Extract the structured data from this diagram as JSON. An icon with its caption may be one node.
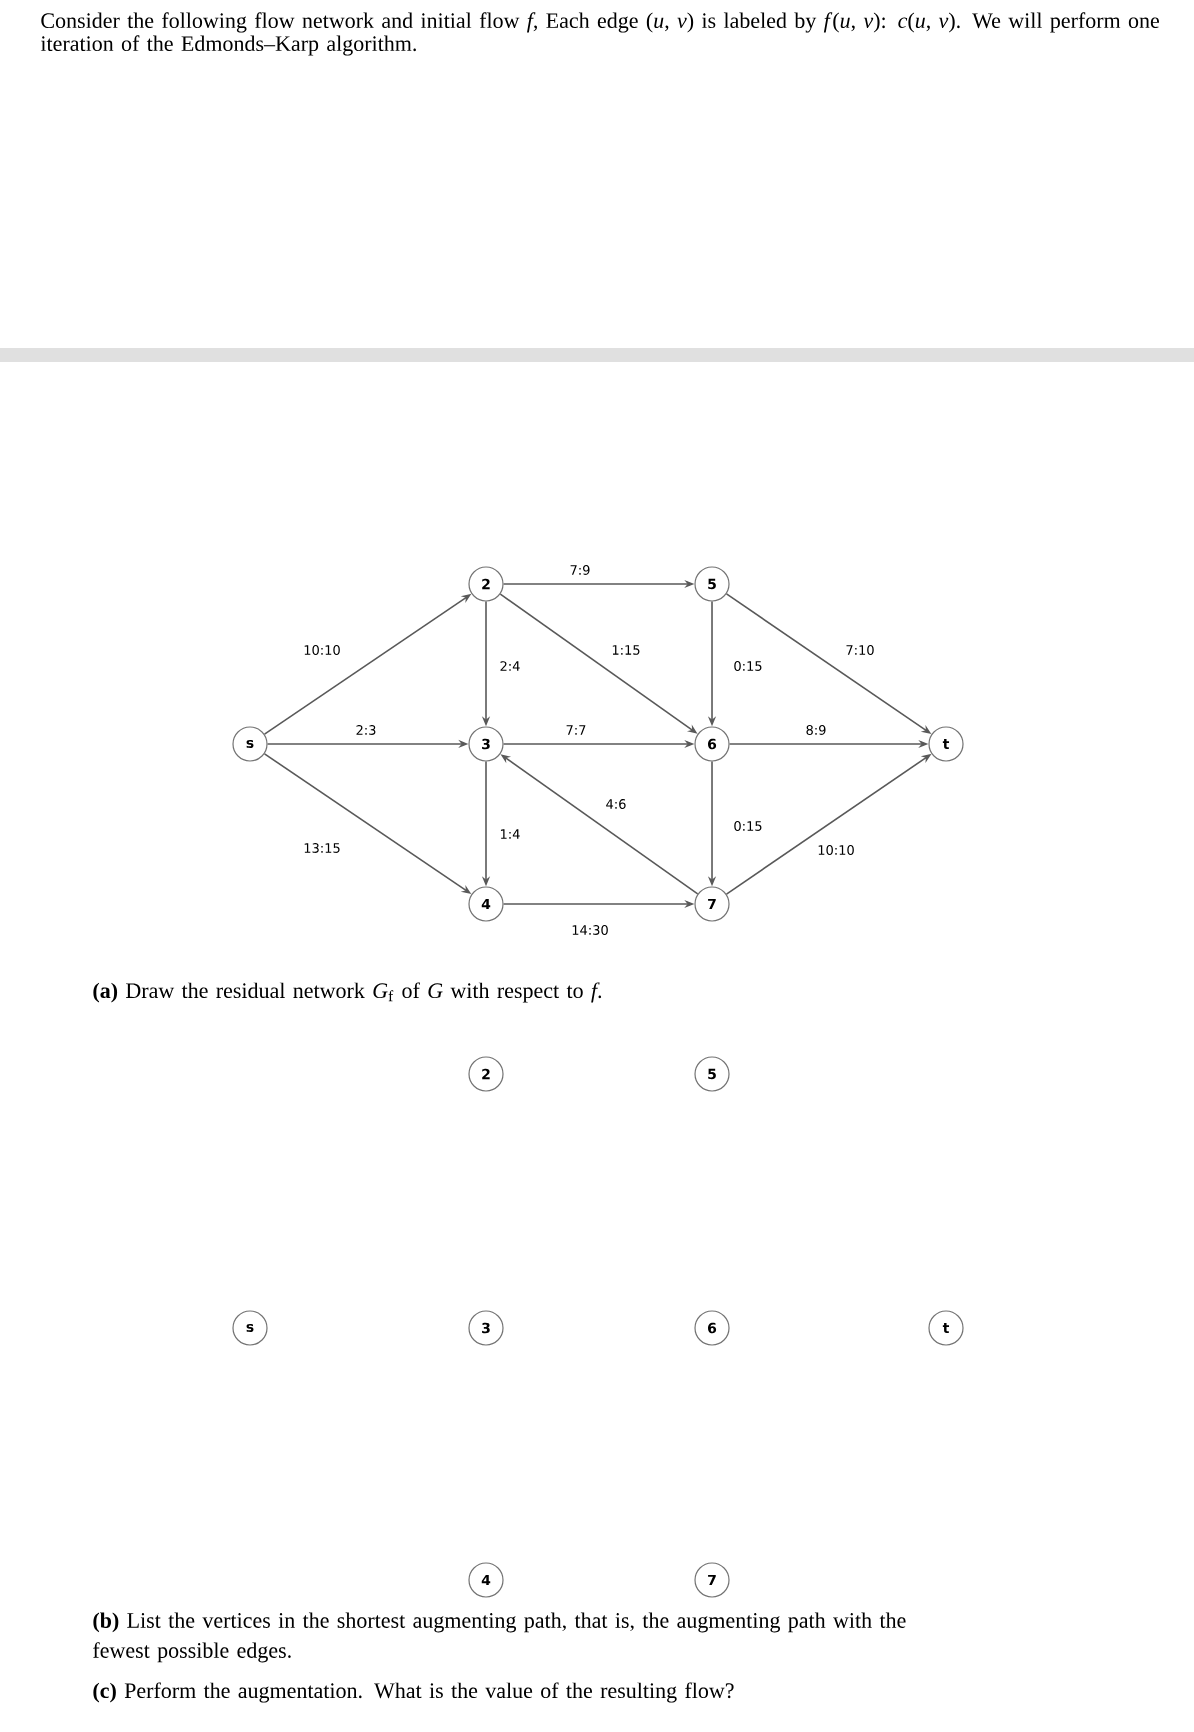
{
  "diagram": {
    "title": "Consider the following flow network and initial flow *f*, Each edge (*u*, *v*) is labeled by *f*(*u*, *v*): *c*(*u*, *v*). We will perform one iteration of the Edmonds–Karp algorithm.",
    "nodes": [
      {
        "text": [
          "s"
        ]
      },
      {
        "text": [
          "2"
        ]
      },
      {
        "text": [
          "3"
        ]
      },
      {
        "text": [
          "4"
        ]
      },
      {
        "text": [
          "5"
        ]
      },
      {
        "text": [
          "6"
        ]
      },
      {
        "text": [
          "7"
        ]
      },
      {
        "text": [
          "t"
        ]
      },
      {
        "text": [
          "2"
        ]
      },
      {
        "text": [
          "5"
        ]
      },
      {
        "text": [
          "s"
        ]
      },
      {
        "text": [
          "3"
        ]
      },
      {
        "text": [
          "6"
        ]
      },
      {
        "text": [
          "t"
        ]
      },
      {
        "text": [
          "4"
        ]
      },
      {
        "text": [
          "7"
        ]
      }
    ],
    "edges": [
      {
        "from": 0,
        "to": 1,
        "arrow": "to",
        "label": "10:10"
      },
      {
        "from": 0,
        "to": 2,
        "arrow": "to",
        "label": "2:3"
      },
      {
        "from": 0,
        "to": 3,
        "arrow": "to",
        "label": "13:15"
      },
      {
        "from": 1,
        "to": 4,
        "arrow": "to",
        "label": "7:9"
      },
      {
        "from": 1,
        "to": 2,
        "arrow": "to",
        "label": "2:4"
      },
      {
        "from": 1,
        "to": 5,
        "arrow": "to",
        "label": "1:15"
      },
      {
        "from": 4,
        "to": 5,
        "arrow": "to",
        "label": "0:15"
      },
      {
        "from": 4,
        "to": 7,
        "arrow": "to",
        "label": "7:10"
      },
      {
        "from": 2,
        "to": 5,
        "arrow": "to",
        "label": "7:7"
      },
      {
        "from": 5,
        "to": 7,
        "arrow": "to",
        "label": "8:9"
      },
      {
        "from": 6,
        "to": 2,
        "arrow": "to",
        "label": "4:6"
      },
      {
        "from": 2,
        "to": 3,
        "arrow": "to",
        "label": "1:4"
      },
      {
        "from": 5,
        "to": 6,
        "arrow": "to",
        "label": "0:15"
      },
      {
        "from": 6,
        "to": 7,
        "arrow": "to",
        "label": "10:10"
      },
      {
        "from": 3,
        "to": 6,
        "arrow": "to",
        "label": "14:30"
      }
    ],
    "labels": [
      "**(a)** Draw the residual network *G*$_{f}$ of *G* with respect to *f*.",
      "**(b)** List the vertices in the shortest augmenting path, that is, the augmenting path with the fewest possible edges.",
      "**(c)** Perform the augmentation. What is the value of the resulting flow?"
    ]
  }
}
